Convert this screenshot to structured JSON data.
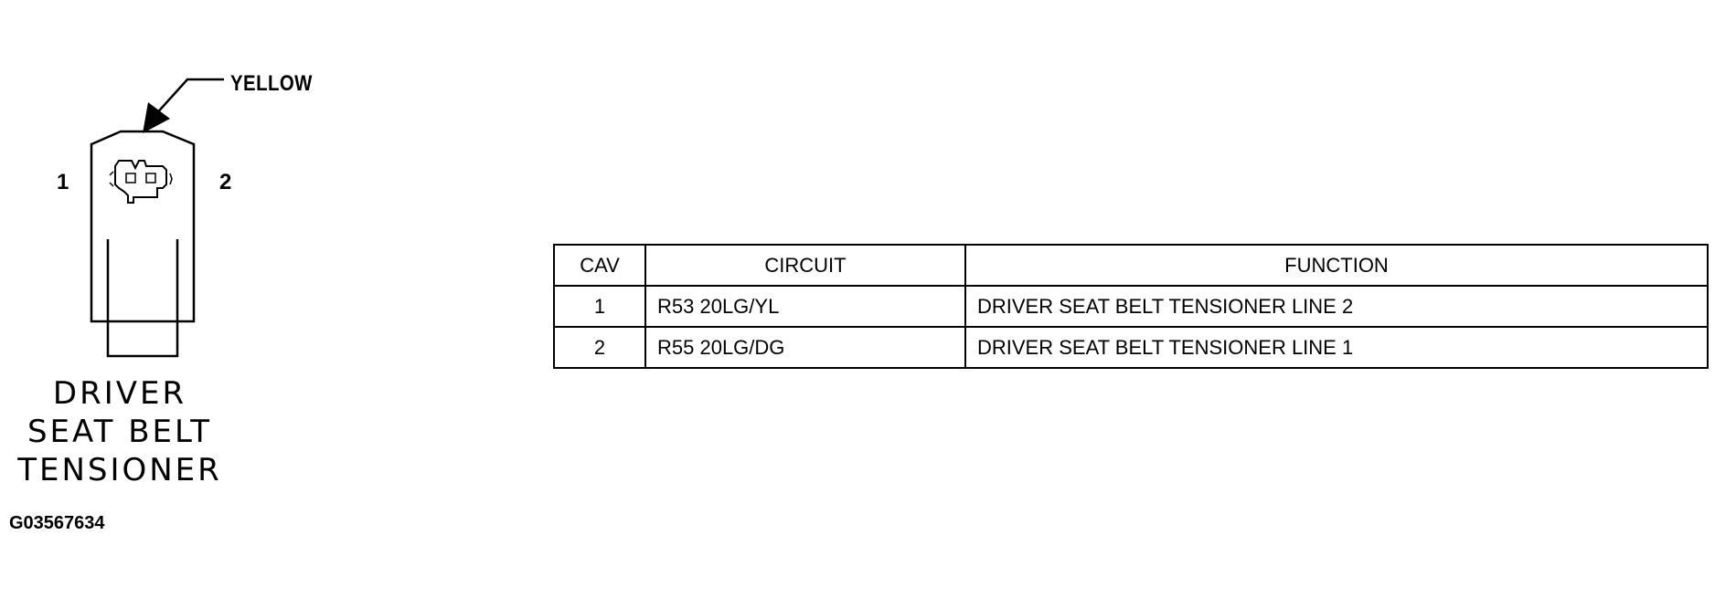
{
  "connector": {
    "name_lines": [
      "DRIVER",
      "SEAT BELT",
      "TENSIONER"
    ],
    "wire_color": "YELLOW",
    "pin_left": "1",
    "pin_right": "2"
  },
  "figure_id": "G03567634",
  "table": {
    "headers": [
      "CAV",
      "CIRCUIT",
      "FUNCTION"
    ],
    "rows": [
      {
        "cav": "1",
        "circuit": "R53 20LG/YL",
        "function": "DRIVER SEAT BELT TENSIONER LINE 2"
      },
      {
        "cav": "2",
        "circuit": "R55 20LG/DG",
        "function": "DRIVER SEAT BELT TENSIONER LINE 1"
      }
    ]
  }
}
